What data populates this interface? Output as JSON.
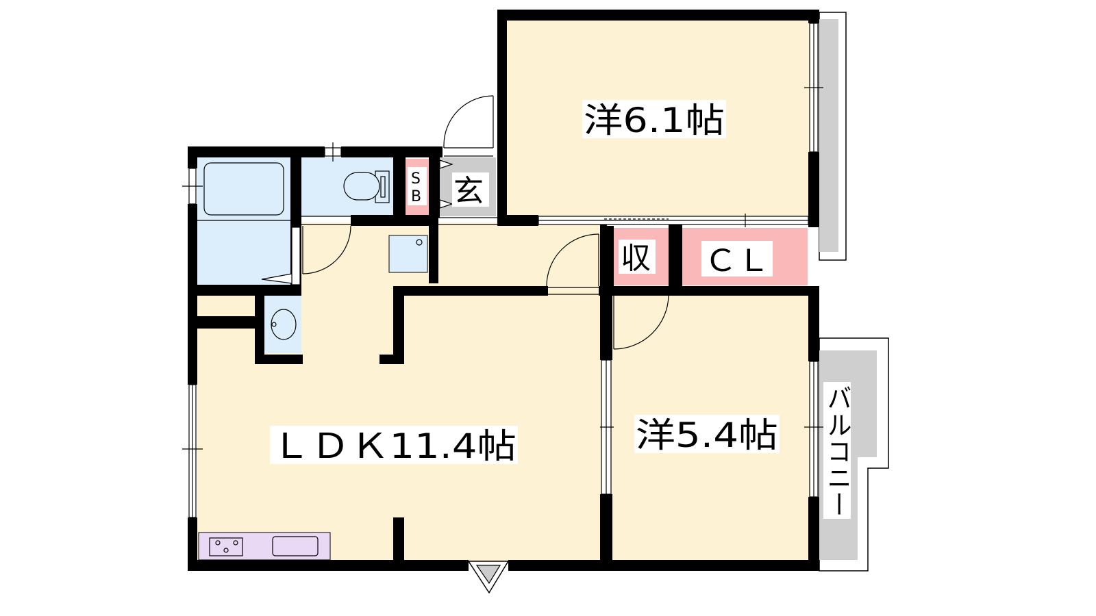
{
  "rooms": {
    "western_upper": {
      "label": "洋6.1帖"
    },
    "western_lower": {
      "label": "洋5.4帖"
    },
    "ldk": {
      "label": "ＬＤＫ11.4帖"
    },
    "entrance": {
      "label": "玄"
    },
    "shoe_box": {
      "label_line1": "S",
      "label_line2": "B"
    },
    "storage": {
      "label": "収"
    },
    "closet": {
      "label": "ＣＬ"
    },
    "balcony": {
      "label": "バルコニー"
    }
  },
  "colors": {
    "room_floor": "#fdf2d3",
    "wet_area": "#dceefc",
    "closet_storage": "#fbb8b8",
    "entrance_floor": "#cccccc",
    "kitchen_counter": "#ead9f4",
    "balcony": "#cfcfcf",
    "wall": "#000000"
  }
}
